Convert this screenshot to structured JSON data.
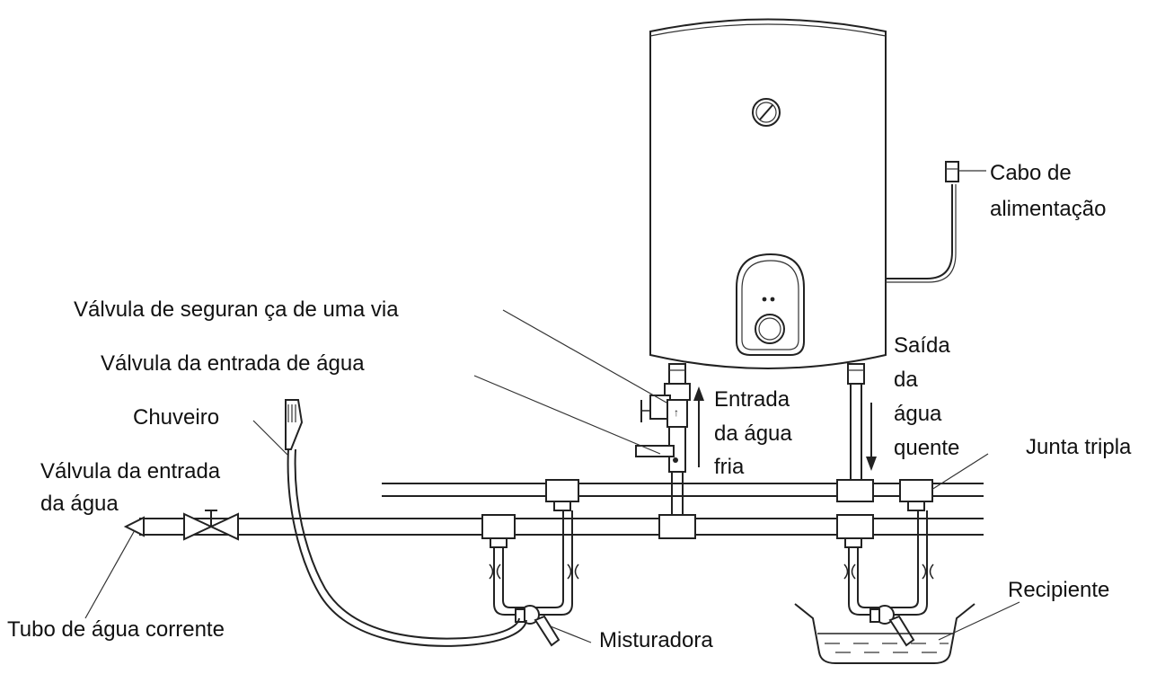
{
  "labels": {
    "power_cable_1": "Cabo de",
    "power_cable_2": "alimentação",
    "safety_valve": "Válvula de seguran ça de uma via",
    "inlet_valve_top": "Válvula da entrada de água",
    "shower": "Chuveiro",
    "inlet_valve_left_1": "Válvula da entrada",
    "inlet_valve_left_2": "da água",
    "cold_inlet_1": "Entrada",
    "cold_inlet_2": "da água",
    "cold_inlet_3": "fria",
    "hot_outlet_1": "Saída",
    "hot_outlet_2": "da",
    "hot_outlet_3": "água",
    "hot_outlet_4": "quente",
    "tee_joint": "Junta tripla",
    "container": "Recipiente",
    "mixer": "Misturadora",
    "tap_pipe": "Tubo de água corrente"
  }
}
